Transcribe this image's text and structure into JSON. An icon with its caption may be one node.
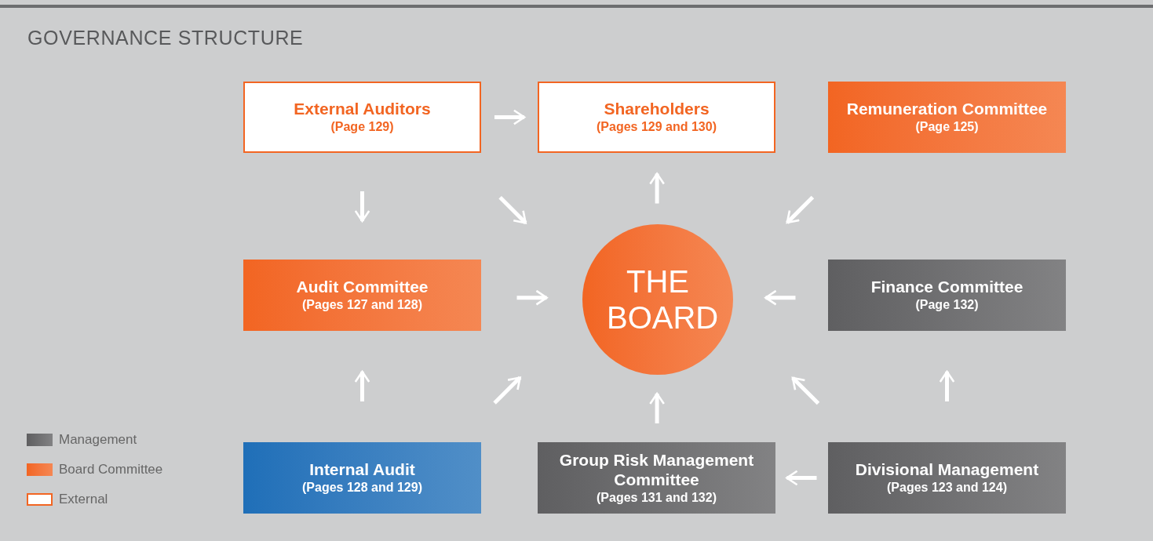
{
  "diagram": {
    "title": "GOVERNANCE STRUCTURE",
    "nodes": [
      {
        "text": [
          "External Auditors",
          "(Page 129)"
        ]
      },
      {
        "text": [
          "Shareholders",
          "(Pages 129 and 130)"
        ]
      },
      {
        "text": [
          "Remuneration Committee",
          "(Page 125)"
        ]
      },
      {
        "text": [
          "Audit Committee",
          "(Pages 127 and 128)"
        ]
      },
      {
        "text": [
          "THE BOARD"
        ]
      },
      {
        "text": [
          "Finance Committee",
          "(Page 132)"
        ]
      },
      {
        "text": [
          "Internal Audit",
          "(Pages 128 and 129)"
        ]
      },
      {
        "text": [
          "Group Risk Management Committee",
          "(Pages 131 and 132)"
        ]
      },
      {
        "text": [
          "Divisional Management",
          "(Pages 123 and 124)"
        ]
      }
    ],
    "edges": [
      {
        "from": 0,
        "to": 1,
        "arrow": "to"
      },
      {
        "from": 0,
        "to": 3,
        "arrow": "to"
      },
      {
        "from": 0,
        "to": 4,
        "arrow": "to"
      },
      {
        "from": 4,
        "to": 1,
        "arrow": "to"
      },
      {
        "from": 2,
        "to": 4,
        "arrow": "to"
      },
      {
        "from": 3,
        "to": 4,
        "arrow": "to"
      },
      {
        "from": 5,
        "to": 4,
        "arrow": "to"
      },
      {
        "from": 6,
        "to": 3,
        "arrow": "to"
      },
      {
        "from": 6,
        "to": 4,
        "arrow": "to"
      },
      {
        "from": 7,
        "to": 4,
        "arrow": "to"
      },
      {
        "from": 8,
        "to": 4,
        "arrow": "to"
      },
      {
        "from": 8,
        "to": 7,
        "arrow": "to"
      },
      {
        "from": 8,
        "to": 5,
        "arrow": "to"
      }
    ],
    "legend": [
      {
        "text": "Management",
        "color": "#5f5f61"
      },
      {
        "text": "Board Committee",
        "color": "#f26522"
      },
      {
        "text": "External",
        "color": "#ffffff"
      }
    ]
  }
}
